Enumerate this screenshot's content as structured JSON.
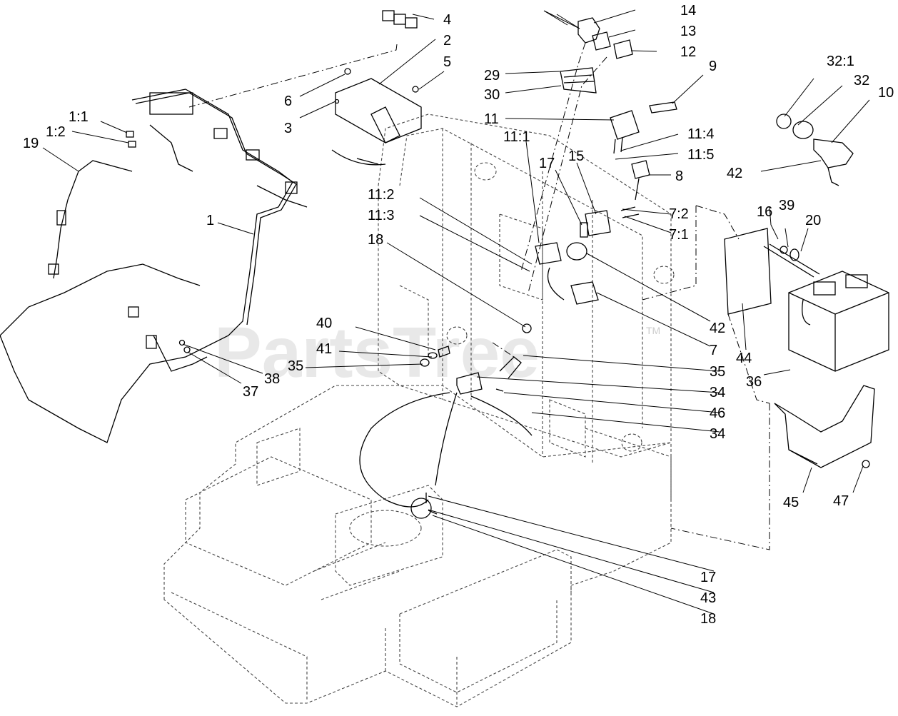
{
  "watermark": {
    "brand": "PartsTree",
    "tm": "TM"
  },
  "callouts": [
    {
      "id": "c4",
      "text": "4"
    },
    {
      "id": "c2",
      "text": "2"
    },
    {
      "id": "c5",
      "text": "5"
    },
    {
      "id": "c6",
      "text": "6"
    },
    {
      "id": "c3",
      "text": "3"
    },
    {
      "id": "c1_1",
      "text": "1:1"
    },
    {
      "id": "c1_2",
      "text": "1:2"
    },
    {
      "id": "c19",
      "text": "19"
    },
    {
      "id": "c1",
      "text": "1"
    },
    {
      "id": "c14",
      "text": "14"
    },
    {
      "id": "c13",
      "text": "13"
    },
    {
      "id": "c12",
      "text": "12"
    },
    {
      "id": "c29",
      "text": "29"
    },
    {
      "id": "c30",
      "text": "30"
    },
    {
      "id": "c9",
      "text": "9"
    },
    {
      "id": "c11",
      "text": "11"
    },
    {
      "id": "c11_1",
      "text": "11:1"
    },
    {
      "id": "c11_4",
      "text": "11:4"
    },
    {
      "id": "c11_5",
      "text": "11:5"
    },
    {
      "id": "c32_1",
      "text": "32:1"
    },
    {
      "id": "c32",
      "text": "32"
    },
    {
      "id": "c10",
      "text": "10"
    },
    {
      "id": "c42a",
      "text": "42"
    },
    {
      "id": "c17a",
      "text": "17"
    },
    {
      "id": "c15",
      "text": "15"
    },
    {
      "id": "c8",
      "text": "8"
    },
    {
      "id": "c7_2",
      "text": "7:2"
    },
    {
      "id": "c7_1",
      "text": "7:1"
    },
    {
      "id": "c11_2",
      "text": "11:2"
    },
    {
      "id": "c11_3",
      "text": "11:3"
    },
    {
      "id": "c18a",
      "text": "18"
    },
    {
      "id": "c16",
      "text": "16"
    },
    {
      "id": "c39",
      "text": "39"
    },
    {
      "id": "c20",
      "text": "20"
    },
    {
      "id": "c42b",
      "text": "42"
    },
    {
      "id": "c7",
      "text": "7"
    },
    {
      "id": "c44",
      "text": "44"
    },
    {
      "id": "c36",
      "text": "36"
    },
    {
      "id": "c40",
      "text": "40"
    },
    {
      "id": "c41",
      "text": "41"
    },
    {
      "id": "c35a",
      "text": "35"
    },
    {
      "id": "c35b",
      "text": "35"
    },
    {
      "id": "c34a",
      "text": "34"
    },
    {
      "id": "c46",
      "text": "46"
    },
    {
      "id": "c34b",
      "text": "34"
    },
    {
      "id": "c38",
      "text": "38"
    },
    {
      "id": "c37",
      "text": "37"
    },
    {
      "id": "c45",
      "text": "45"
    },
    {
      "id": "c47",
      "text": "47"
    },
    {
      "id": "c17b",
      "text": "17"
    },
    {
      "id": "c43",
      "text": "43"
    },
    {
      "id": "c18b",
      "text": "18"
    }
  ]
}
